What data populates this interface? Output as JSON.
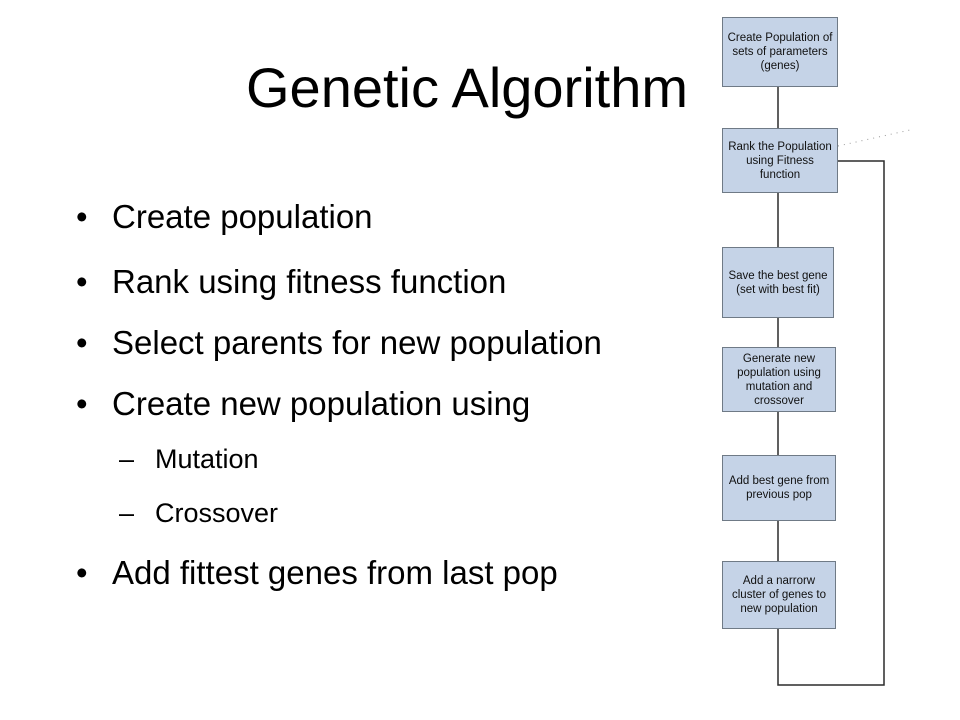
{
  "title": "Genetic Algorithm",
  "bullets": [
    "Create population",
    "Rank using fitness function",
    "Select parents for new population",
    "Create new population using",
    "Add fittest genes from last pop"
  ],
  "sub_bullets": [
    "Mutation",
    "Crossover"
  ],
  "bullet_marker": "•",
  "sub_marker": "–",
  "flowchart": {
    "boxes": [
      "Create Population of sets of parameters (genes)",
      "Rank the Population using Fitness function",
      "Save the best gene (set with best fit)",
      "Generate new population using mutation and crossover",
      "Add best gene from previous pop",
      "Add a narrorw cluster of genes to new population"
    ],
    "box_color": "#c5d3e7",
    "border_color": "#6f7a86"
  }
}
